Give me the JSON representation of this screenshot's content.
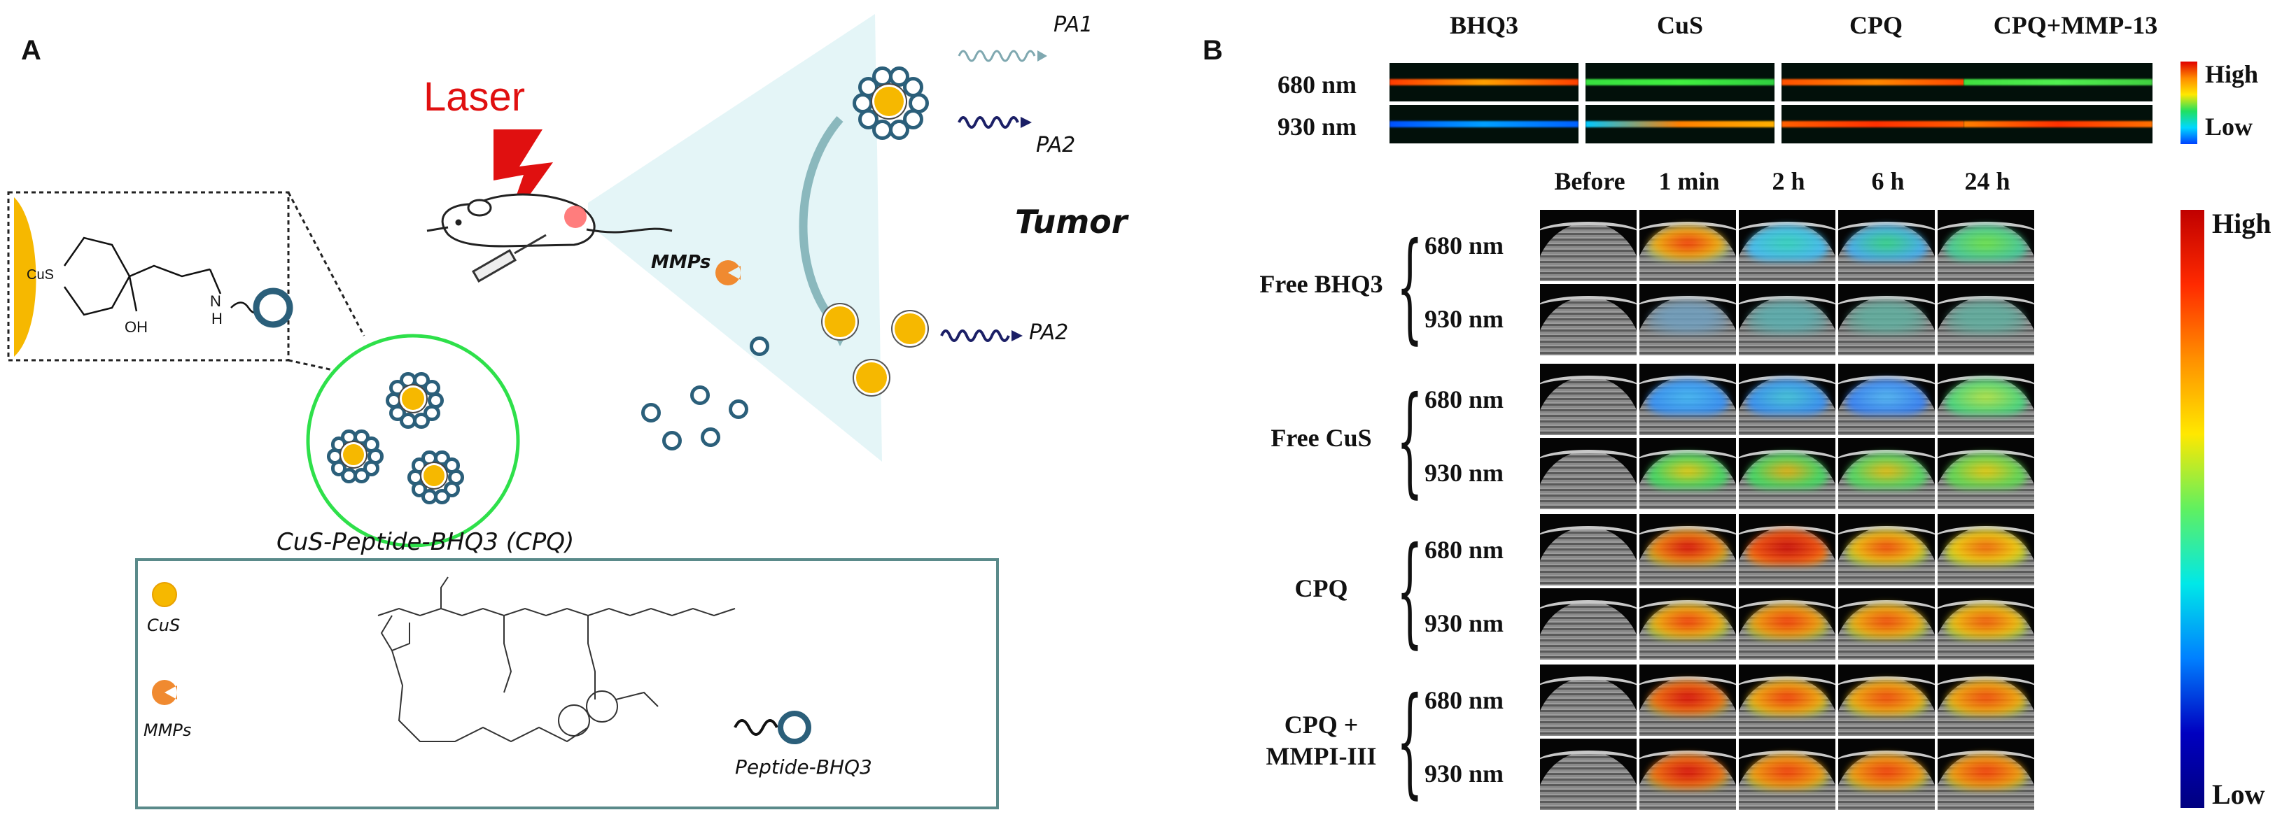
{
  "panel_a": {
    "letter": "A",
    "laser_label": "Laser",
    "cus_label": "CuS",
    "oh_label": "OH",
    "nh_label": "N",
    "h_label": "H",
    "mmps_label": "MMPs",
    "tumor_label": "Tumor",
    "pa1_label": "PA1",
    "pa2_label_top": "PA2",
    "pa2_label_bottom": "PA2",
    "cpq_caption": "CuS-Peptide-BHQ3 (CPQ)",
    "legend": {
      "cus": "CuS",
      "mmps": "MMPs",
      "peptide_bhq3": "Peptide-BHQ3"
    },
    "colors": {
      "cus": "#f6b800",
      "mmp": "#f08a30",
      "ring": "#2b5f7a",
      "circle": "#2ee04a",
      "pa1": "#7fa8b0",
      "pa2": "#1b1f66",
      "laser": "#e01010"
    }
  },
  "panel_b": {
    "letter": "B",
    "top_columns": [
      "BHQ3",
      "CuS",
      "CPQ",
      "CPQ+MMP-13"
    ],
    "top_rows": [
      "680 nm",
      "930 nm"
    ],
    "top_scale": {
      "high": "High",
      "low": "Low"
    },
    "time_columns": [
      "Before",
      "1 min",
      "2 h",
      "6 h",
      "24 h"
    ],
    "groups": [
      {
        "name_line1": "Free BHQ3",
        "name_line2": "",
        "rows": [
          "680 nm",
          "930 nm"
        ]
      },
      {
        "name_line1": "Free CuS",
        "name_line2": "",
        "rows": [
          "680 nm",
          "930 nm"
        ]
      },
      {
        "name_line1": "CPQ",
        "name_line2": "",
        "rows": [
          "680 nm",
          "930 nm"
        ]
      },
      {
        "name_line1": "CPQ +",
        "name_line2": "MMPI-III",
        "rows": [
          "680 nm",
          "930 nm"
        ]
      }
    ],
    "main_scale": {
      "high": "High",
      "low": "Low"
    }
  }
}
